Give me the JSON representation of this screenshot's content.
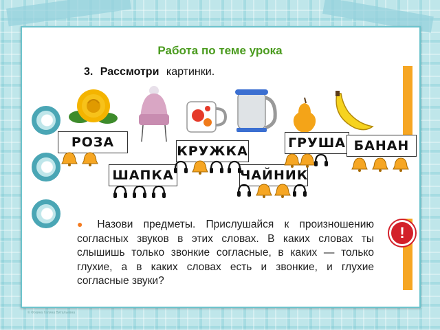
{
  "slide": {
    "title": "Работа по теме урока",
    "task_number": "3.",
    "task_bold": "Рассмотри",
    "task_text": "картинки.",
    "credit": "© Фокина Галина Витальевна"
  },
  "words": [
    {
      "id": "roza",
      "label": "РОЗА",
      "sounds": [
        "voiced",
        "voiced"
      ]
    },
    {
      "id": "shapka",
      "label": "ШАПКА",
      "sounds": [
        "voiceless",
        "voiceless",
        "voiceless"
      ]
    },
    {
      "id": "kruzhka",
      "label": "КРУЖКА",
      "sounds": [
        "voiceless",
        "voiced",
        "voiceless",
        "voiceless"
      ]
    },
    {
      "id": "chaynik",
      "label": "ЧАЙНИК",
      "sounds": [
        "voiceless",
        "voiced",
        "voiced",
        "voiceless"
      ]
    },
    {
      "id": "grusha",
      "label": "ГРУША",
      "sounds": [
        "voiced",
        "voiced",
        "voiceless"
      ]
    },
    {
      "id": "banan",
      "label": "БАНАН",
      "sounds": [
        "voiced",
        "voiced",
        "voiced"
      ]
    }
  ],
  "icons": {
    "voiced": "bell-icon",
    "voiceless": "headphones-icon",
    "warning": "exclamation-icon"
  },
  "paragraph": "Назови предметы. Прислушайся к произношению согласных звуков в этих словах. В каких словах ты слышишь только звонкие согласные, в каких — только глухие, а в каких словах есть и звонкие, и глухие согласные звуки?",
  "colors": {
    "title": "#4a9b1e",
    "bell": "#f6a623",
    "accent_bar": "#f6a623",
    "warning": "#d3202a"
  }
}
